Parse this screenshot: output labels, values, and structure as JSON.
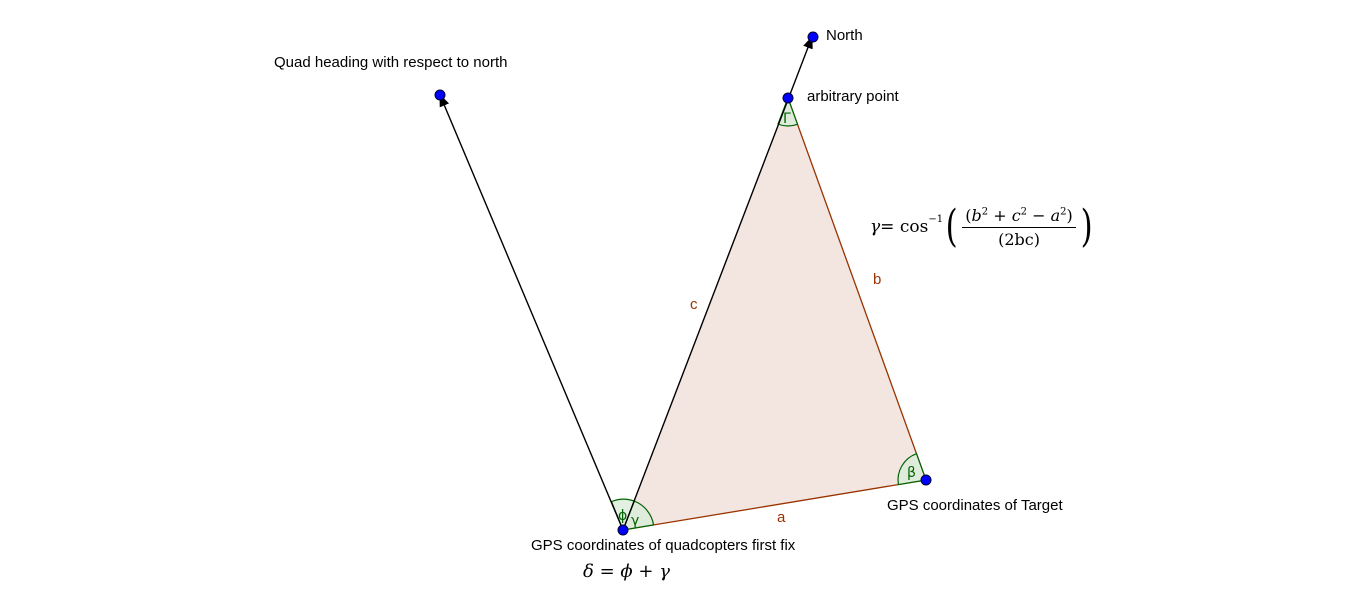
{
  "points": {
    "quad_heading": {
      "label": "Quad heading with respect to north"
    },
    "north": {
      "label": "North"
    },
    "arbitrary": {
      "label": "arbitrary point"
    },
    "target": {
      "label": "GPS coordinates of Target"
    },
    "first_fix": {
      "label": "GPS coordinates of quadcopters first fix"
    }
  },
  "segments": {
    "a": "a",
    "b": "b",
    "c": "c"
  },
  "angles": {
    "phi": "ϕ",
    "gamma": "γ",
    "beta": "β",
    "top": "Γ"
  },
  "formulas": {
    "gamma": {
      "lhs": "γ",
      "eq": " = cos",
      "inv": "−1",
      "num_b": "b",
      "num_c": "c",
      "num_a": "a",
      "sq": "2",
      "plus": " + ",
      "minus": " − ",
      "den": "2bc"
    },
    "delta": {
      "lhs": "δ",
      "eq": " = ",
      "phi": "ϕ",
      "plus": " + ",
      "gamma": "γ"
    }
  },
  "colors": {
    "point_fill": "#0000ff",
    "triangle_fill": "#f3e6e0",
    "triangle_stroke": "#993300",
    "angle_stroke": "#006400",
    "angle_fill": "#d9ecd9",
    "vector": "#000000"
  }
}
